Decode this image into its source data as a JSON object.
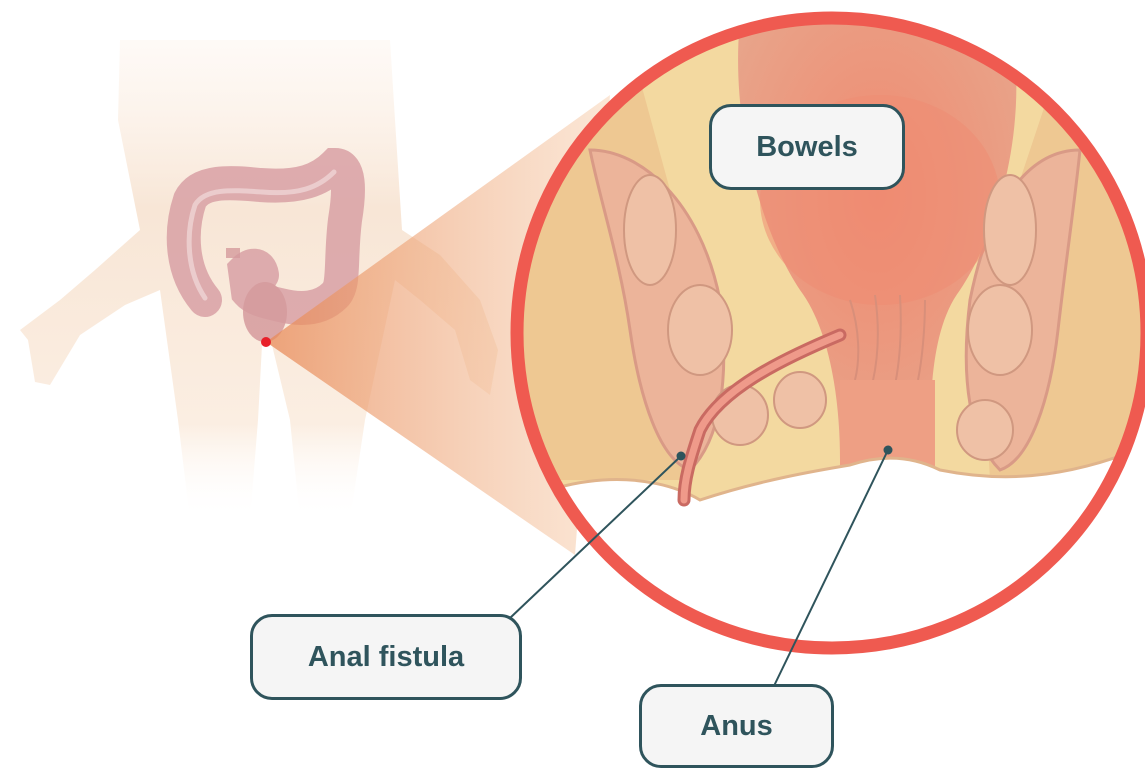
{
  "labels": {
    "bowels": "Bowels",
    "anal_fistula": "Anal fistula",
    "anus": "Anus"
  },
  "colors": {
    "ring": "#ef5a50",
    "callout_border": "#2f545c",
    "callout_text": "#2f545c",
    "marker": "#e8202a",
    "skin": "#f8e6d6",
    "fat": "#f3d9a0",
    "tissue": "#eaa688"
  }
}
